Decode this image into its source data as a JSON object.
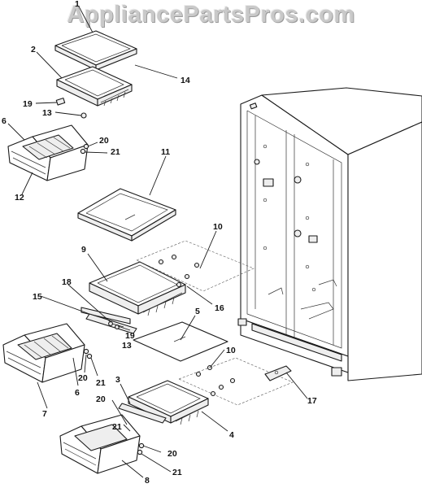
{
  "watermark": "AppliancePartsPros.com",
  "callouts": [
    {
      "id": "c1",
      "text": "1"
    },
    {
      "id": "c2",
      "text": "2"
    },
    {
      "id": "c14",
      "text": "14"
    },
    {
      "id": "c19a",
      "text": "19"
    },
    {
      "id": "c13a",
      "text": "13"
    },
    {
      "id": "c6a",
      "text": "6"
    },
    {
      "id": "c20a",
      "text": "20"
    },
    {
      "id": "c21a",
      "text": "21"
    },
    {
      "id": "c12",
      "text": "12"
    },
    {
      "id": "c11",
      "text": "11"
    },
    {
      "id": "c10a",
      "text": "10"
    },
    {
      "id": "c9",
      "text": "9"
    },
    {
      "id": "c16",
      "text": "16"
    },
    {
      "id": "c18",
      "text": "18"
    },
    {
      "id": "c15",
      "text": "15"
    },
    {
      "id": "c19b",
      "text": "19"
    },
    {
      "id": "c13b",
      "text": "13"
    },
    {
      "id": "c5",
      "text": "5"
    },
    {
      "id": "c10b",
      "text": "10"
    },
    {
      "id": "c20b",
      "text": "20"
    },
    {
      "id": "c21b",
      "text": "21"
    },
    {
      "id": "c6b",
      "text": "6"
    },
    {
      "id": "c7",
      "text": "7"
    },
    {
      "id": "c17",
      "text": "17"
    },
    {
      "id": "c3",
      "text": "3"
    },
    {
      "id": "c20c",
      "text": "20"
    },
    {
      "id": "c21c",
      "text": "21"
    },
    {
      "id": "c4",
      "text": "4"
    },
    {
      "id": "c20d",
      "text": "20"
    },
    {
      "id": "c21d",
      "text": "21"
    },
    {
      "id": "c8",
      "text": "8"
    }
  ]
}
